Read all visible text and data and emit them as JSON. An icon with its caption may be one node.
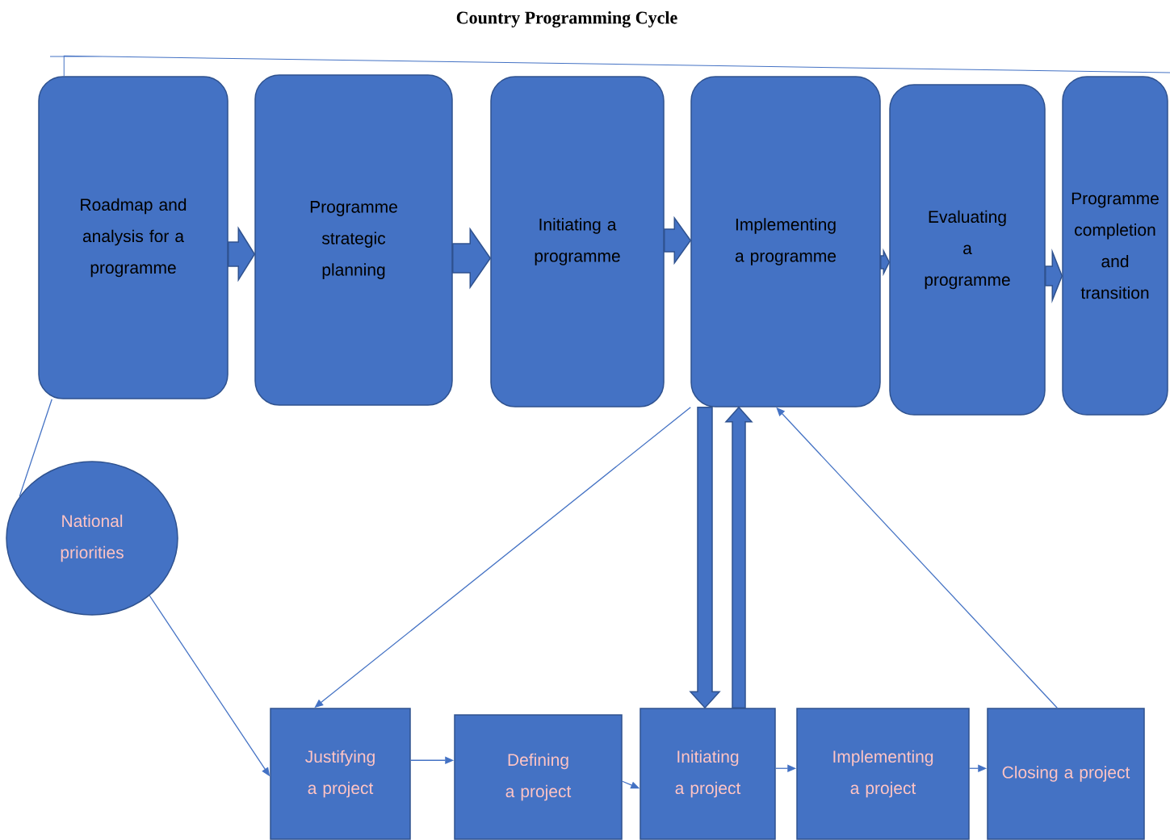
{
  "diagram": {
    "title": "Country Programming Cycle",
    "nodes": [
      {
        "text": [
          "Roadmap and analysis for a programme"
        ]
      },
      {
        "text": [
          "Programme strategic planning"
        ]
      },
      {
        "text": [
          "Initiating a programme"
        ]
      },
      {
        "text": [
          "Implementing a programme"
        ]
      },
      {
        "text": [
          "Evaluating a programme"
        ]
      },
      {
        "text": [
          "Programme completion and transition"
        ]
      },
      {
        "text": [
          "National priorities"
        ]
      },
      {
        "text": [
          "Justifying a project"
        ]
      },
      {
        "text": [
          "Defining a project"
        ]
      },
      {
        "text": [
          "Initiating a project"
        ]
      },
      {
        "text": [
          "Implementing a project"
        ]
      },
      {
        "text": [
          "Closing a project"
        ]
      }
    ],
    "edges": [
      {
        "from": 0,
        "to": 1,
        "arrow": "to",
        "style": "thick"
      },
      {
        "from": 1,
        "to": 2,
        "arrow": "to",
        "style": "thick"
      },
      {
        "from": 2,
        "to": 3,
        "arrow": "to",
        "style": "thick"
      },
      {
        "from": 3,
        "to": 4,
        "arrow": "to",
        "style": "thick"
      },
      {
        "from": 4,
        "to": 5,
        "arrow": "to",
        "style": "thick"
      },
      {
        "from": 3,
        "to": 9,
        "arrow": "to",
        "style": "thick"
      },
      {
        "from": 9,
        "to": 3,
        "arrow": "to",
        "style": "thick"
      },
      {
        "from": 3,
        "to": 7,
        "arrow": "to"
      },
      {
        "from": 11,
        "to": 3,
        "arrow": "to"
      },
      {
        "from": 6,
        "to": 7,
        "arrow": "to"
      },
      {
        "from": 7,
        "to": 8,
        "arrow": "to"
      },
      {
        "from": 8,
        "to": 9,
        "arrow": "to"
      },
      {
        "from": 9,
        "to": 10,
        "arrow": "to"
      },
      {
        "from": 10,
        "to": 11,
        "arrow": "to"
      },
      {
        "from": 0,
        "to": 6,
        "arrow": "none"
      },
      {
        "from": 0,
        "to": null,
        "arrow": "none"
      }
    ]
  }
}
